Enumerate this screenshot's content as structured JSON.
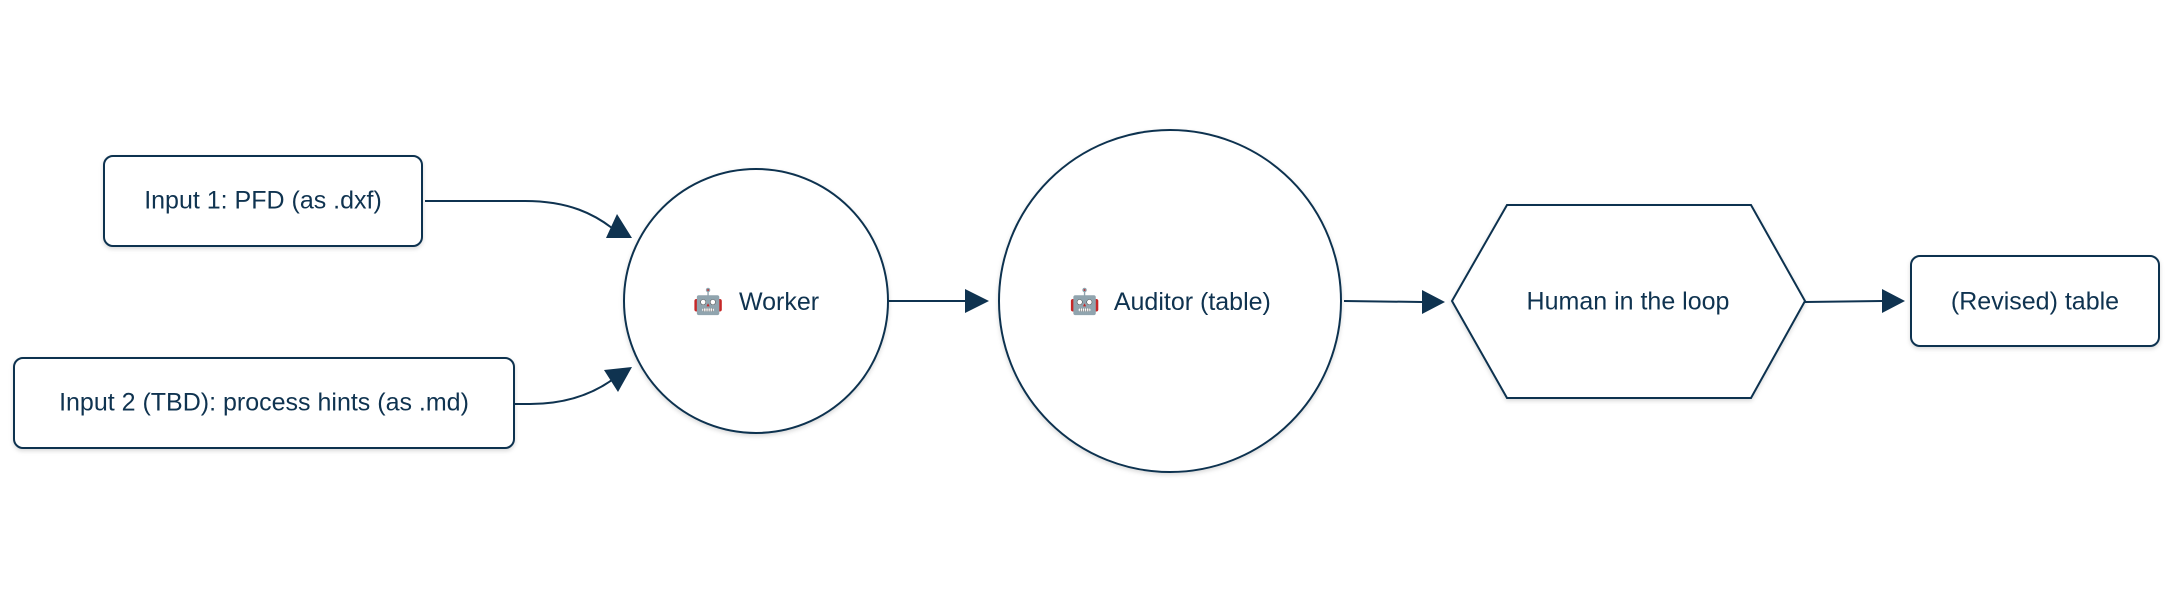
{
  "diagram": {
    "colors": {
      "stroke": "#0f3350",
      "text": "#0f3350",
      "fill": "#ffffff",
      "background": "#ffffff"
    },
    "nodes": {
      "input1": {
        "label": "Input 1: PFD (as .dxf)"
      },
      "input2": {
        "label": "Input 2 (TBD): process hints (as .md)"
      },
      "worker": {
        "icon": "🤖",
        "label": "Worker"
      },
      "auditor": {
        "icon": "🤖",
        "label": "Auditor (table)"
      },
      "human": {
        "label": "Human in the loop"
      },
      "revised": {
        "label": "(Revised) table"
      }
    }
  }
}
